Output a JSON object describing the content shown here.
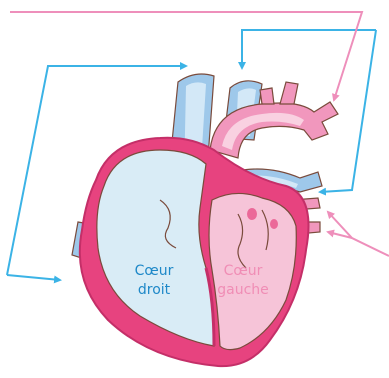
{
  "labels": {
    "right_heart_line1": "Cœur",
    "right_heart_line2": "droit",
    "left_heart_line1": "Cœur",
    "left_heart_line2": "gauche"
  },
  "colors": {
    "blue_line": "#3bb3e6",
    "pink_line": "#ee8fbb",
    "heart_wall": "#e7437f",
    "heart_wall_dark": "#c42f68",
    "right_chamber": "#d9ecf6",
    "left_chamber": "#f6c4d8",
    "vessel_blue": "#9ec8ea",
    "vessel_blue_light": "#d3e8f7",
    "vessel_pink": "#f197bd",
    "vessel_pink_light": "#f9d1e1",
    "outline": "#7a4b3c",
    "text_blue": "#1e88c8",
    "text_pink": "#f08db5"
  }
}
